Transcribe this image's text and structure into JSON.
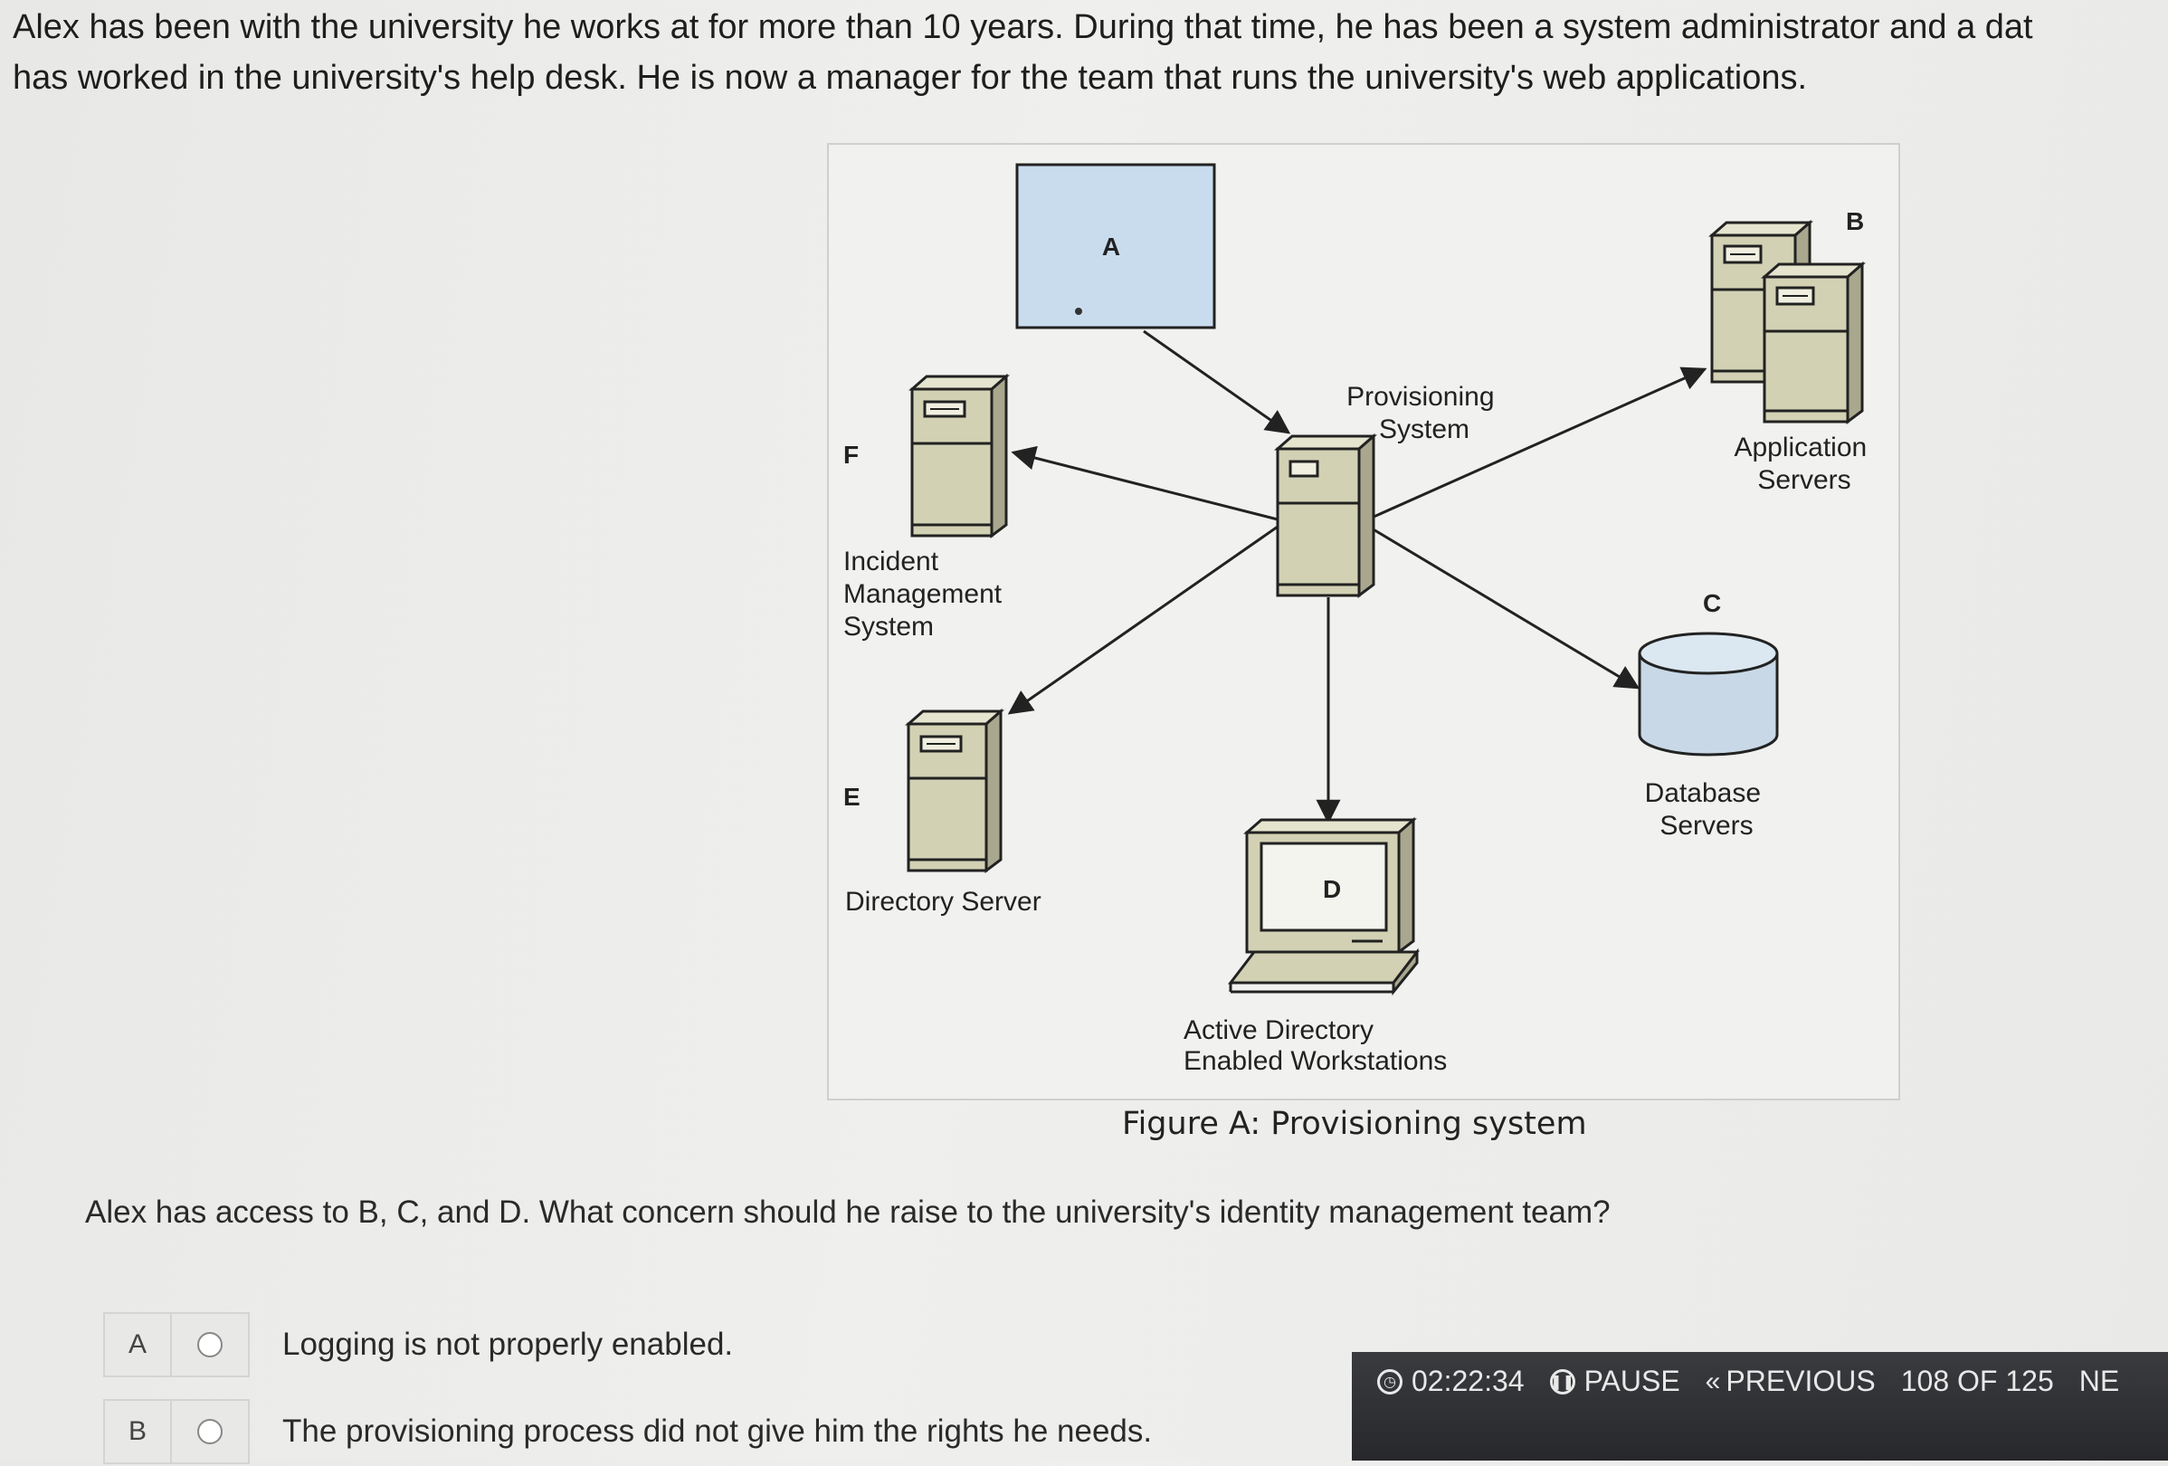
{
  "intro": {
    "line1": "Alex has been with the university he works at for more than 10 years. During that time, he has been a system administrator and a dat",
    "line2": "has worked in the university's help desk. He is now a manager for the team that runs the university's web applications."
  },
  "figure": {
    "caption": "Figure A: Provisioning system",
    "nodes": {
      "a": {
        "letter": "A"
      },
      "b": {
        "letter": "B",
        "label": [
          "Application",
          "Servers"
        ]
      },
      "c": {
        "letter": "C",
        "label": [
          "Database",
          "Servers"
        ]
      },
      "d": {
        "letter": "D",
        "label": [
          "Active Directory",
          "Enabled Workstations"
        ]
      },
      "e": {
        "letter": "E",
        "label": [
          "Directory Server"
        ]
      },
      "f": {
        "letter": "F",
        "label": [
          "Incident",
          "Management",
          "System"
        ]
      },
      "center": {
        "label": [
          "Provisioning",
          "System"
        ]
      }
    },
    "colors": {
      "server": "#d2d1b4",
      "monitor_blue": "#c9dcee",
      "db": "#c8d8e6",
      "stroke": "#222222"
    }
  },
  "question": "Alex has access to B, C, and D. What concern should he raise to the university's identity management team?",
  "options": [
    {
      "letter": "A",
      "text": "Logging is not properly enabled."
    },
    {
      "letter": "B",
      "text": "The provisioning process did not give him the rights he needs."
    }
  ],
  "toolbar": {
    "timer": "02:22:34",
    "pause": "PAUSE",
    "previous": "PREVIOUS",
    "progress": "108 OF 125",
    "next": "NE"
  }
}
